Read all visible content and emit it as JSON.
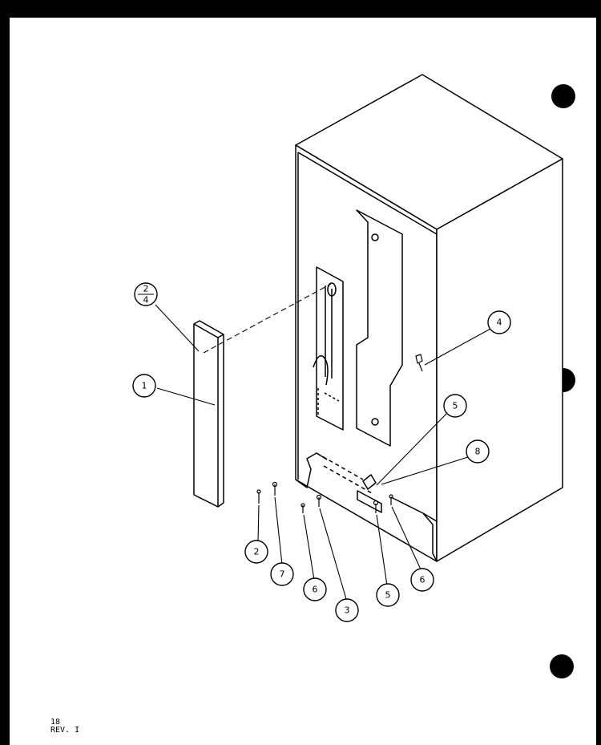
{
  "callouts": [
    {
      "id": "c-2-4",
      "top": "2",
      "bottom": "4",
      "fraction": true
    },
    {
      "id": "c-1",
      "label": "1"
    },
    {
      "id": "c-4",
      "label": "4"
    },
    {
      "id": "c-5a",
      "label": "5"
    },
    {
      "id": "c-8",
      "label": "8"
    },
    {
      "id": "c-2",
      "label": "2"
    },
    {
      "id": "c-7",
      "label": "7"
    },
    {
      "id": "c-6a",
      "label": "6"
    },
    {
      "id": "c-3",
      "label": "3"
    },
    {
      "id": "c-5b",
      "label": "5"
    },
    {
      "id": "c-6b",
      "label": "6"
    }
  ],
  "footer": {
    "page": "18",
    "revision": "REV. I"
  }
}
